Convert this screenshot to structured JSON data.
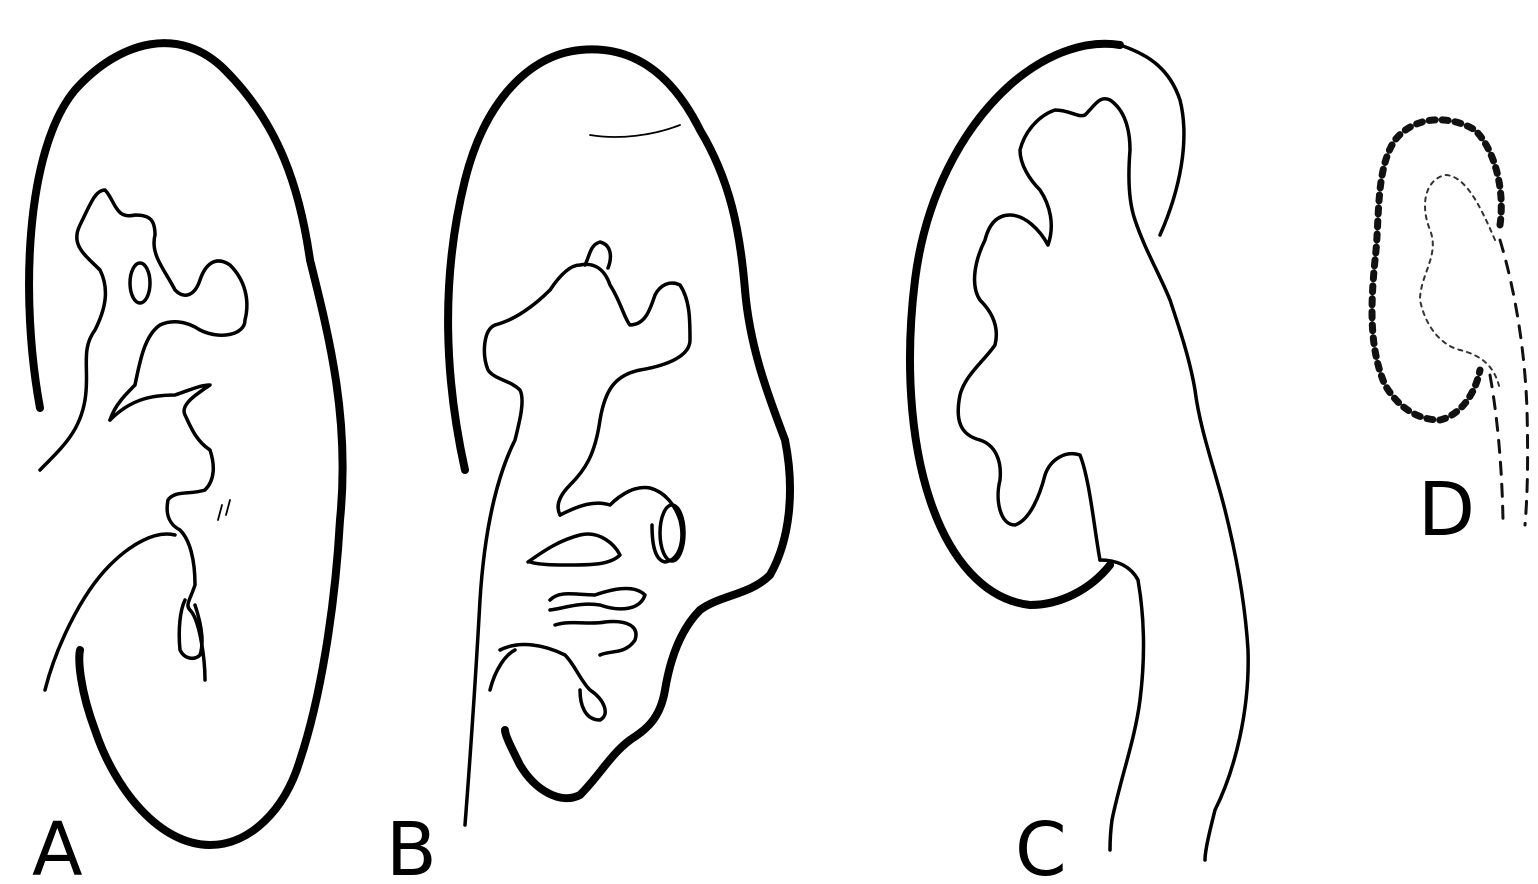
{
  "figure": {
    "panels": [
      {
        "id": "A",
        "label": "A"
      },
      {
        "id": "B",
        "label": "B"
      },
      {
        "id": "C",
        "label": "C"
      },
      {
        "id": "D",
        "label": "D"
      }
    ],
    "colors": {
      "background": "#ffffff",
      "ink": "#000000"
    }
  }
}
